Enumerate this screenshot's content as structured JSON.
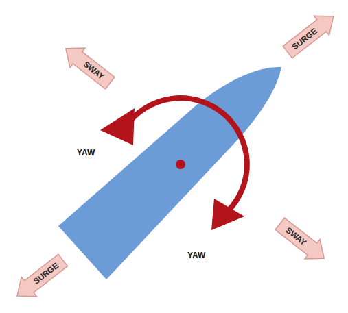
{
  "diagram": {
    "nodes": [
      {
        "text": [
          "SWAY"
        ]
      },
      {
        "text": [
          "SURGE"
        ]
      },
      {
        "text": [
          "SWAY"
        ]
      },
      {
        "text": [
          "SURGE"
        ]
      }
    ],
    "labels": [
      "YAW",
      "YAW"
    ]
  }
}
